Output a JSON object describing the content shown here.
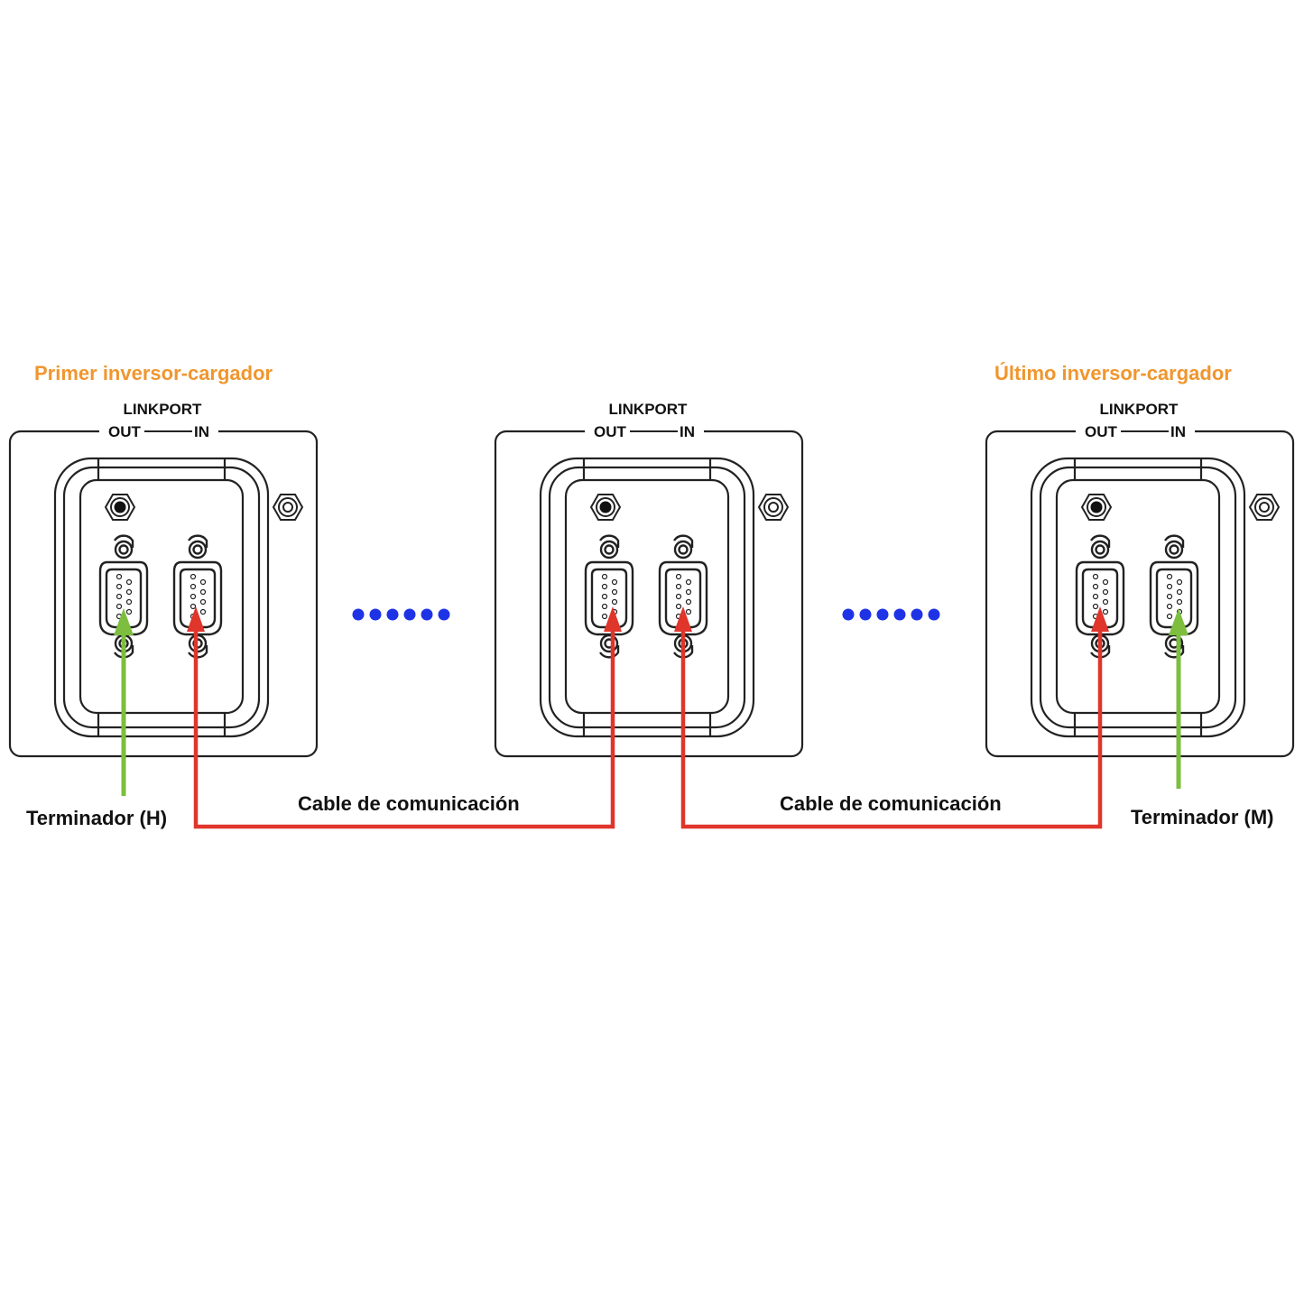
{
  "labels": {
    "first_device": "Primer inversor-cargador",
    "last_device": "Último inversor-cargador",
    "cable_1": "Cable de comunicación",
    "cable_2": "Cable de comunicación",
    "terminator_left": "Terminador (H)",
    "terminator_right": "Terminador (M)"
  },
  "panels": [
    {
      "linkport": "LINKPORT",
      "out": "OUT",
      "in": "IN"
    },
    {
      "linkport": "LINKPORT",
      "out": "OUT",
      "in": "IN"
    },
    {
      "linkport": "LINKPORT",
      "out": "OUT",
      "in": "IN"
    }
  ],
  "colors": {
    "title_orange": "#F0962E",
    "cable_red": "#E0352B",
    "terminator_green": "#7DBE3E",
    "ellipsis_blue": "#1F33E6"
  },
  "icons": {
    "continuation": "ellipsis-dots-icon",
    "connector": "db9-port-icon",
    "jack": "audio-jack-icon",
    "screw": "hex-screw-icon"
  }
}
